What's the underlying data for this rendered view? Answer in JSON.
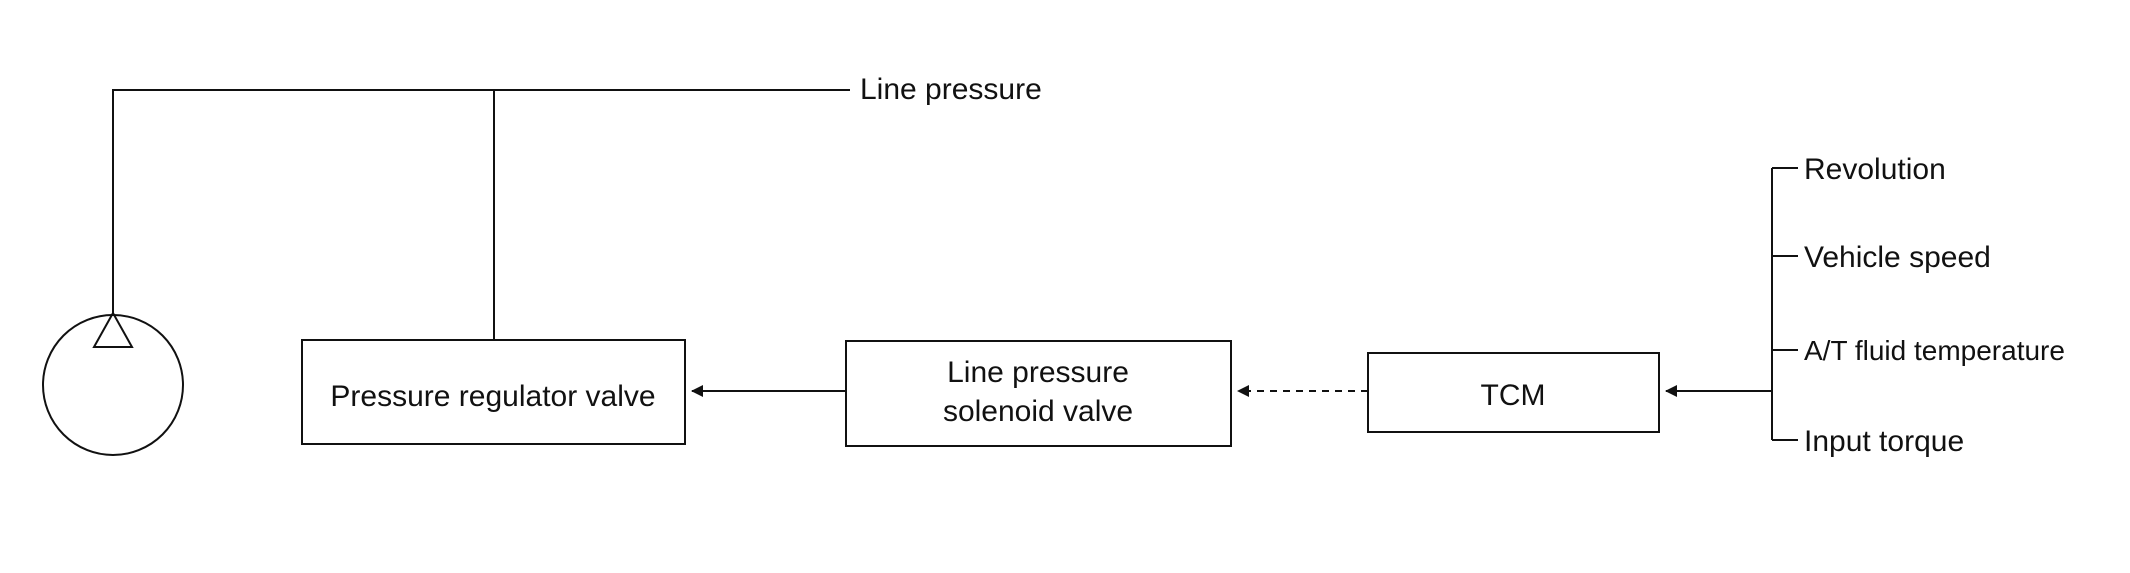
{
  "diagram": {
    "line_pressure_label": "Line pressure",
    "pressure_regulator_label": "Pressure regulator valve",
    "solenoid_label_line1": "Line pressure",
    "solenoid_label_line2": "solenoid valve",
    "tcm_label": "TCM",
    "inputs": [
      "Revolution",
      "Vehicle speed",
      "A/T fluid temperature",
      "Input torque"
    ]
  }
}
